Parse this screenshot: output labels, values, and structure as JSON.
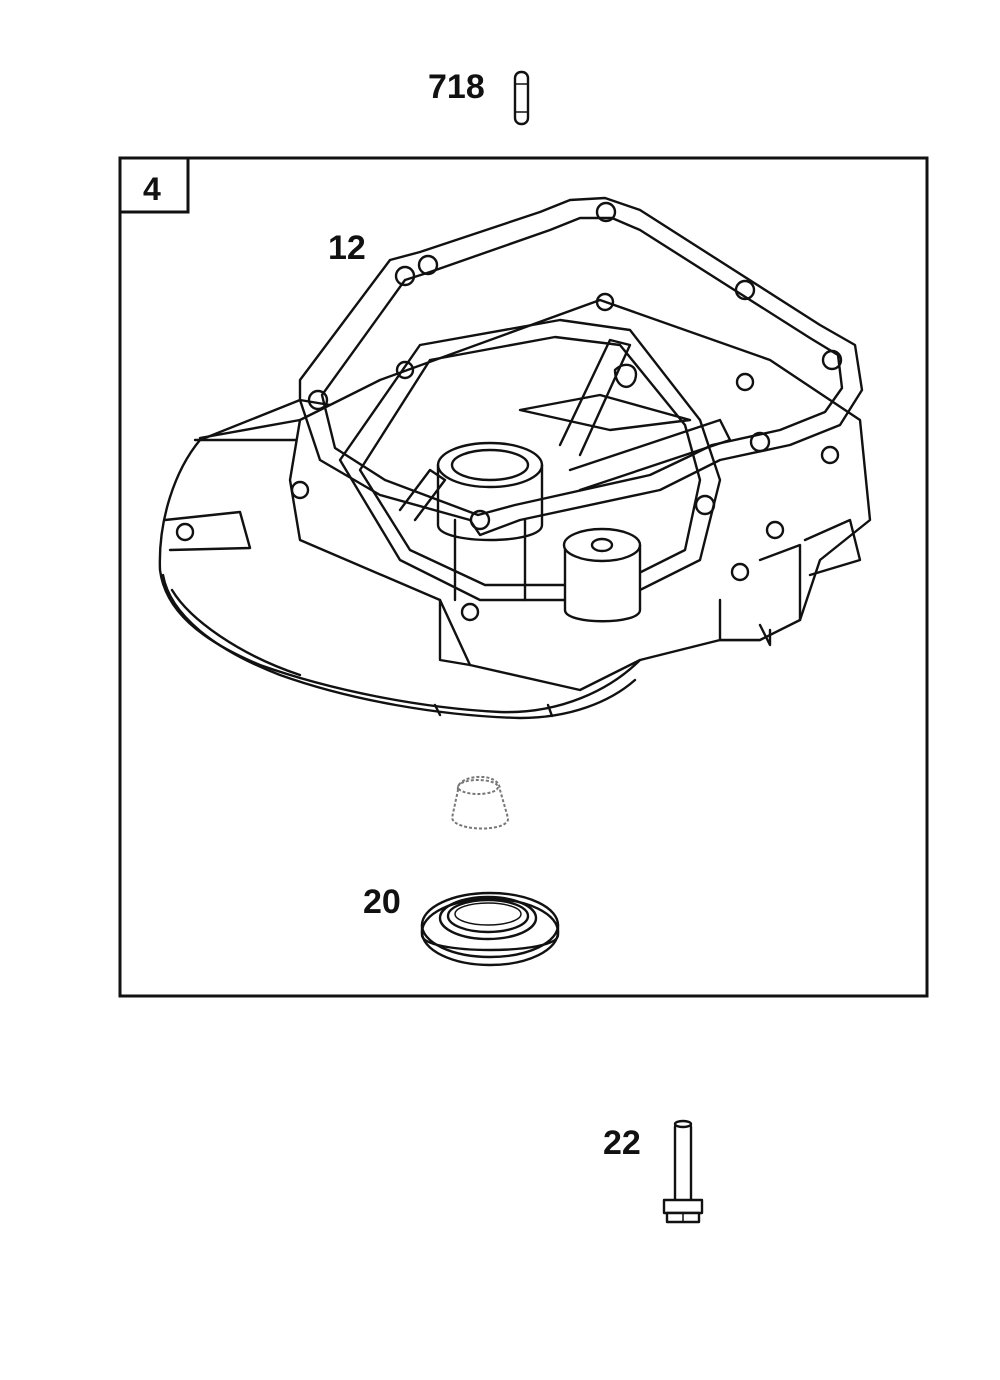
{
  "callouts": {
    "kit": "4",
    "pin": "718",
    "gasket": "12",
    "seal": "20",
    "bolt": "22"
  },
  "colors": {
    "line": "#111111",
    "background": "#ffffff",
    "ghost_part": "#777777"
  }
}
